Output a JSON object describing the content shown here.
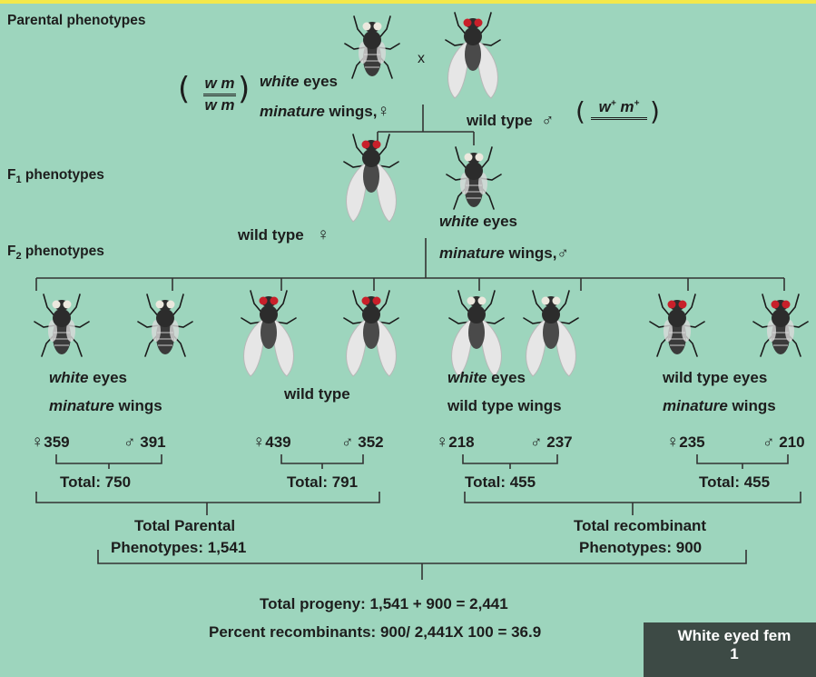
{
  "labels": {
    "parental": "Parental phenotypes",
    "f1": "F",
    "f1_sub": "1",
    "f1_rest": " phenotypes",
    "f2": "F",
    "f2_sub": "2",
    "f2_rest": " phenotypes",
    "cross": "x"
  },
  "genotype_female": {
    "top": "w m",
    "bottom": "w m"
  },
  "genotype_male": {
    "top": "w",
    "plus1": "+",
    "mid": " m",
    "plus2": "+"
  },
  "parents": {
    "female_line1_ital": "white",
    "female_line1_rest": " eyes",
    "female_line2_ital": "minature",
    "female_line2_rest": " wings,",
    "female_symbol": "♀",
    "male_text": "wild type",
    "male_symbol": "♂"
  },
  "f1": {
    "female_text": "wild type",
    "female_symbol": "♀",
    "male_line1_ital": "white",
    "male_line1_rest": " eyes",
    "male_line2_ital": "minature",
    "male_line2_rest": " wings,",
    "male_symbol": "♂"
  },
  "f2_groups": [
    {
      "line1_ital": "white",
      "line1_rest": " eyes",
      "line2_ital": "minature",
      "line2_rest": " wings",
      "female": "359",
      "male": "391",
      "total": "Total: 750"
    },
    {
      "line1_rest": "wild type",
      "female": "439",
      "male": "352",
      "total": "Total: 791"
    },
    {
      "line1_ital": "white",
      "line1_rest": " eyes",
      "line2_rest": "wild type wings",
      "female": "218",
      "male": "237",
      "total": "Total: 455"
    },
    {
      "line1_rest": "wild type eyes",
      "line2_ital": "minature",
      "line2_rest": " wings",
      "female": "235",
      "male": "210",
      "total": "Total: 455"
    }
  ],
  "symbols": {
    "female": "♀",
    "male": "♂"
  },
  "totals": {
    "parental_line1": "Total Parental",
    "parental_line2": "Phenotypes: 1,541",
    "recomb_line1": "Total recombinant",
    "recomb_line2": "Phenotypes: 900",
    "progeny": "Total progeny: 1,541 + 900 = 2,441",
    "percent": "Percent recombinants: 900/ 2,441X 100 = 36.9"
  },
  "callout": {
    "line1": "White eyed fem",
    "line2": "1"
  },
  "colors": {
    "background": "#9dd5bd",
    "accent_bar": "#f4e84a",
    "eye_red": "#c8202a",
    "eye_white": "#ece8de",
    "callout": "#3d4a45"
  }
}
